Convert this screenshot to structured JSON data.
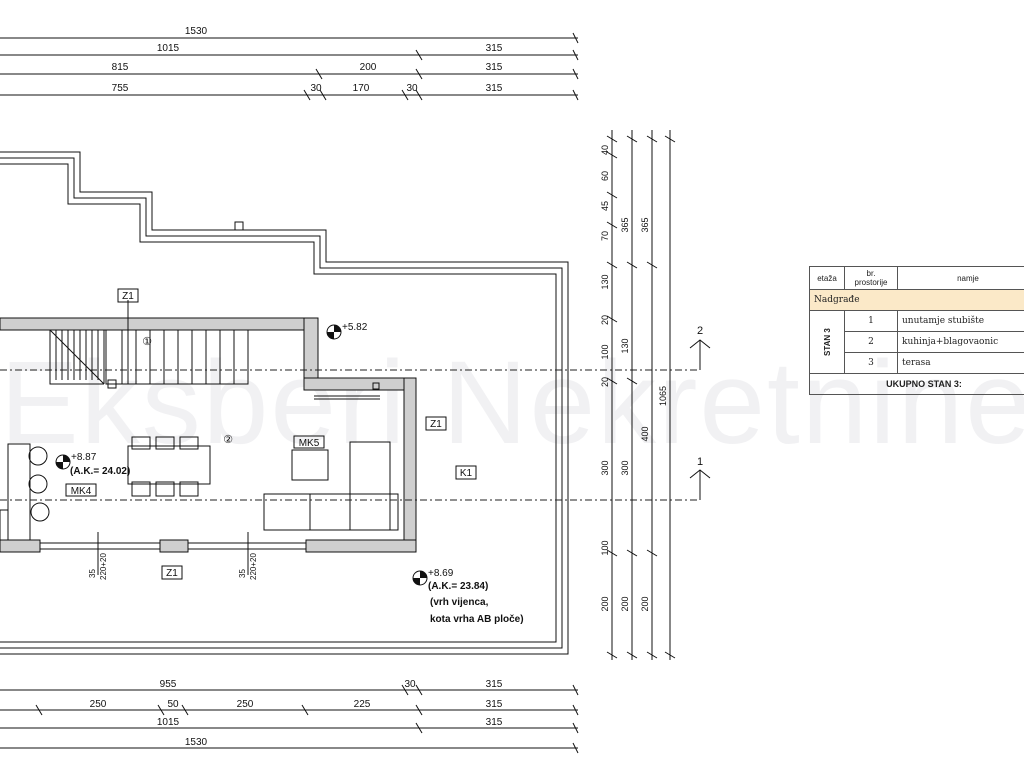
{
  "dims_top": {
    "row1": [
      "1530"
    ],
    "row2": [
      "1015",
      "315"
    ],
    "row3": [
      "815",
      "200",
      "315"
    ],
    "row4": [
      "755",
      "30",
      "170",
      "30",
      "315"
    ]
  },
  "dims_bottom": {
    "row1": [
      "955",
      "30",
      "315"
    ],
    "row2": [
      "250",
      "50",
      "250",
      "225",
      "315"
    ],
    "row3": [
      "1015",
      "315"
    ],
    "row4": [
      "1530"
    ]
  },
  "dims_right": {
    "col1": [
      "40",
      "60",
      "45",
      "70",
      "130",
      "20",
      "100",
      "20",
      "300",
      "100",
      "200"
    ],
    "col2": [
      "365",
      "130",
      "400",
      "300",
      "200"
    ],
    "col3": [
      "365",
      "200"
    ],
    "col4": [
      "1065"
    ]
  },
  "small_dims": [
    "35",
    "220+20",
    "35",
    "220+20"
  ],
  "labels": {
    "z1_top": "Z1",
    "z1_right": "Z1",
    "z1_bottom": "Z1",
    "k1": "K1",
    "mk4": "MK4",
    "mk5": "MK5",
    "room1": "①",
    "room2": "②",
    "level_582": "+5.82",
    "level_887": "+8.87",
    "level_887_ak": "(A.K.= 24.02)",
    "level_869": "+8.69",
    "level_869_ak": "(A.K.= 23.84)",
    "level_869_note1": "(vrh vijenca,",
    "level_869_note2": "kota vrha AB ploče)",
    "section_1": "1",
    "section_2": "2"
  },
  "watermark": "Eksberi Nekretnine d",
  "table": {
    "header_etaza": "etaža",
    "header_br": "br. prostorije",
    "header_namjena": "namje",
    "section": "Nadgrađe",
    "unit": "STAN 3",
    "rows": [
      {
        "no": "1",
        "name": "unutamje stubište"
      },
      {
        "no": "2",
        "name": "kuhinja+blagovaonic"
      },
      {
        "no": "3",
        "name": "terasa"
      }
    ],
    "total": "UKUPNO STAN 3:"
  }
}
